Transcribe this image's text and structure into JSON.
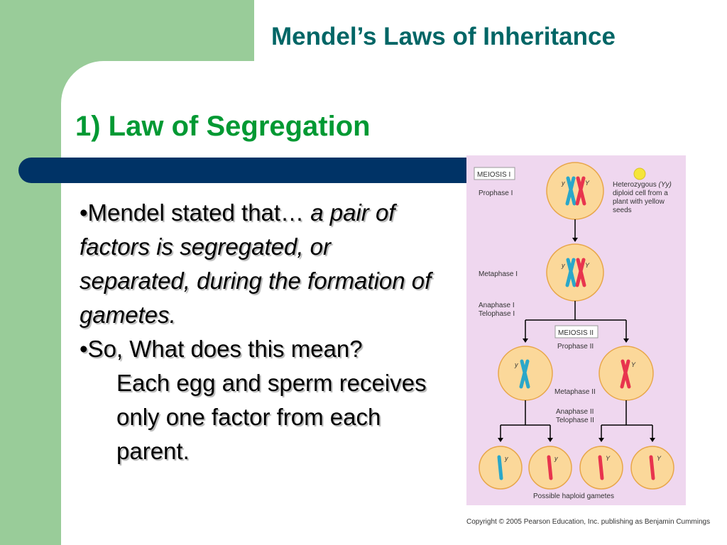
{
  "slide": {
    "title": "Mendel’s Laws of Inheritance",
    "subtitle": "1) Law of Segregation"
  },
  "body": {
    "p1_lead": "•Mendel stated that… ",
    "p1_italic": "a pair of factors is segregated, or separated, during the formation of gametes.",
    "p2_lead": "•So, What does this mean?",
    "p2_rest": "Each egg and sperm receives only one factor from each parent."
  },
  "diagram": {
    "meiosis1_label": "MEIOSIS I",
    "meiosis2_label": "MEIOSIS II",
    "prophase1": "Prophase I",
    "metaphase1": "Metaphase I",
    "anaphase1": "Anaphase I",
    "telophase1": "Telophase I",
    "prophase2": "Prophase II",
    "metaphase2": "Metaphase II",
    "anaphase2": "Anaphase II",
    "telophase2": "Telophase II",
    "hetero_line1": "Heterozygous ",
    "hetero_yy": "(Yy)",
    "hetero_line2": "diploid cell from a",
    "hetero_line3": "plant with yellow",
    "hetero_line4": "seeds",
    "allele_small": "y",
    "allele_big": "Y",
    "gametes_label": "Possible haploid gametes",
    "colors": {
      "blue_chrom": "#2aa7c9",
      "red_chrom": "#e8344e",
      "cell_fill": "#fbd89a",
      "cell_stroke": "#e8a64a"
    }
  },
  "copyright": "Copyright © 2005 Pearson Education, Inc. publishing as Benjamin Cummings"
}
